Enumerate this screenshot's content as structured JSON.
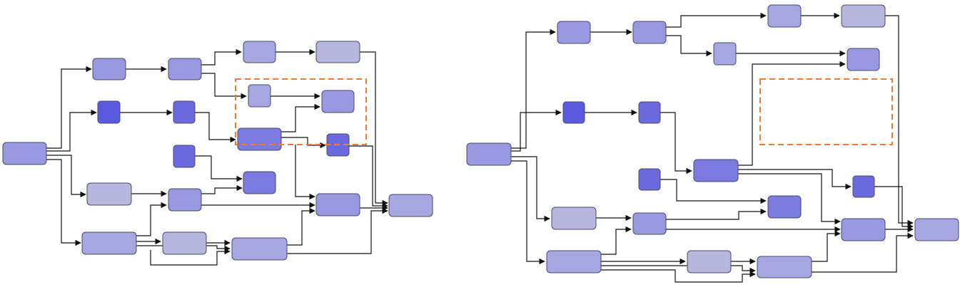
{
  "colors": {
    "lavender": "#9898e0",
    "pale": "#b6b6de",
    "light": "#a6a6e0",
    "blue": "#7a7ae0",
    "deep": "#5a5ae0",
    "medium": "#6a6ade",
    "edge": "#111111",
    "highlight": "#f07a2e"
  },
  "diagrams": [
    {
      "name": "left",
      "nodes": [
        {
          "id": "L-src",
          "color": "lavender"
        },
        {
          "id": "L-a1",
          "color": "lavender"
        },
        {
          "id": "L-a2",
          "color": "lavender"
        },
        {
          "id": "L-a3",
          "color": "light"
        },
        {
          "id": "L-a4",
          "color": "pale"
        },
        {
          "id": "L-b1",
          "color": "deep"
        },
        {
          "id": "L-b2",
          "color": "medium"
        },
        {
          "id": "L-c1",
          "color": "light"
        },
        {
          "id": "L-c2",
          "color": "lavender"
        },
        {
          "id": "L-m",
          "color": "blue"
        },
        {
          "id": "L-d1",
          "color": "medium"
        },
        {
          "id": "L-n1",
          "color": "medium"
        },
        {
          "id": "L-n2",
          "color": "blue"
        },
        {
          "id": "L-p1",
          "color": "pale"
        },
        {
          "id": "L-p2",
          "color": "lavender"
        },
        {
          "id": "L-q1",
          "color": "light"
        },
        {
          "id": "L-q2",
          "color": "pale"
        },
        {
          "id": "L-q3",
          "color": "light"
        },
        {
          "id": "L-r",
          "color": "lavender"
        },
        {
          "id": "L-s",
          "color": "light"
        }
      ]
    },
    {
      "name": "right",
      "nodes": [
        {
          "id": "R-src",
          "color": "lavender"
        },
        {
          "id": "R-a1",
          "color": "lavender"
        },
        {
          "id": "R-a2",
          "color": "lavender"
        },
        {
          "id": "R-a3",
          "color": "light"
        },
        {
          "id": "R-a4",
          "color": "pale"
        },
        {
          "id": "R-c1",
          "color": "light"
        },
        {
          "id": "R-c2",
          "color": "lavender"
        },
        {
          "id": "R-b1",
          "color": "deep"
        },
        {
          "id": "R-b2",
          "color": "medium"
        },
        {
          "id": "R-m",
          "color": "blue"
        },
        {
          "id": "R-d1",
          "color": "medium"
        },
        {
          "id": "R-n1",
          "color": "medium"
        },
        {
          "id": "R-n2",
          "color": "blue"
        },
        {
          "id": "R-p1",
          "color": "pale"
        },
        {
          "id": "R-p2",
          "color": "lavender"
        },
        {
          "id": "R-q1",
          "color": "light"
        },
        {
          "id": "R-q2",
          "color": "pale"
        },
        {
          "id": "R-q3",
          "color": "light"
        },
        {
          "id": "R-r",
          "color": "lavender"
        },
        {
          "id": "R-s",
          "color": "light"
        }
      ]
    }
  ]
}
